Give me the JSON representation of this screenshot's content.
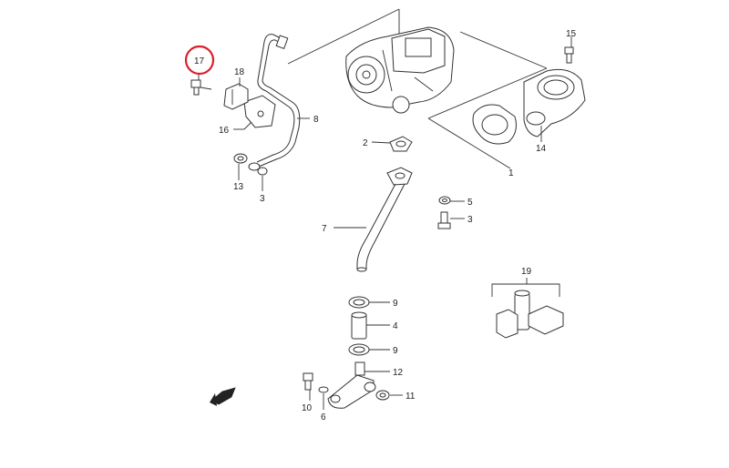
{
  "diagram": {
    "callouts": {
      "c1": "1",
      "c2": "2",
      "c3a": "3",
      "c3b": "3",
      "c4": "4",
      "c5": "5",
      "c6": "6",
      "c7": "7",
      "c8": "8",
      "c9a": "9",
      "c9b": "9",
      "c10": "10",
      "c11": "11",
      "c12": "12",
      "c13": "13",
      "c14": "14",
      "c15": "15",
      "c16": "16",
      "c17": "17",
      "c18": "18",
      "c19": "19"
    },
    "highlight_color": "#d9202a",
    "line_color": "#333333"
  }
}
